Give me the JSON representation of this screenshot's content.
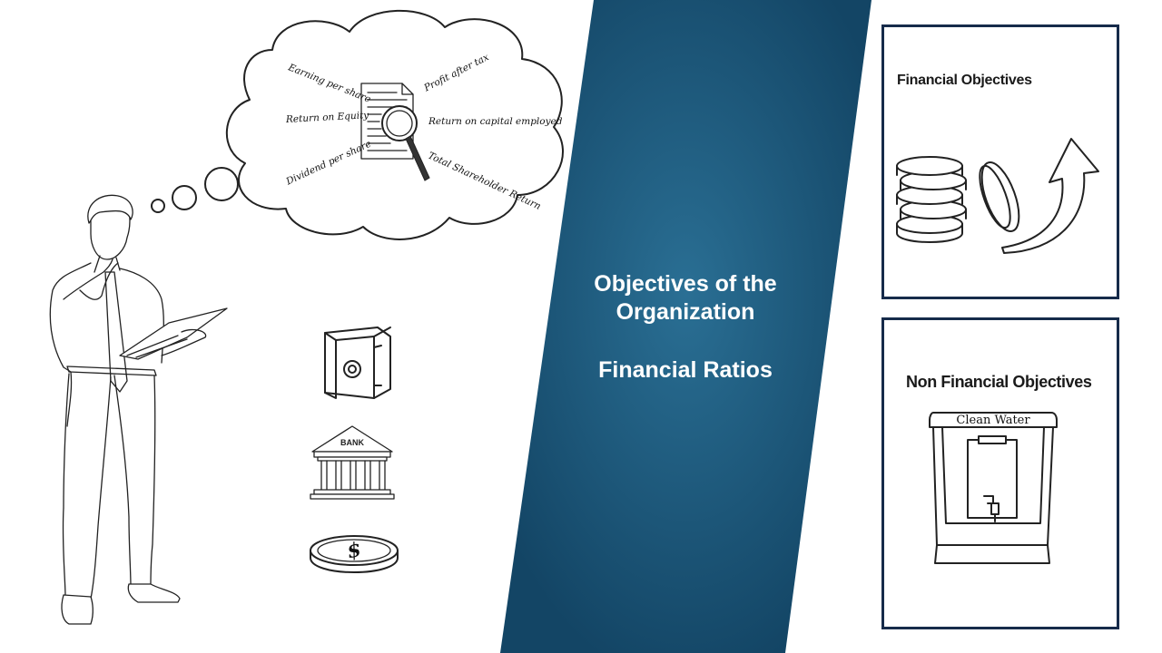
{
  "banner": {
    "title": "Objectives of the Organization",
    "subtitle": "Financial Ratios",
    "color_top": "#17486b",
    "color_mid": "#2a6f94",
    "color_bottom": "#0f3f5c"
  },
  "thought_bubble": {
    "ratios": [
      "Earning per share",
      "Profit after tax",
      "Return on Equity",
      "Return on capital employed",
      "Dividend per share",
      "Total Shareholder Return"
    ]
  },
  "financial_card": {
    "title": "Financial Objectives",
    "icon": "coins-arrow-icon"
  },
  "nonfinancial_card": {
    "title": "Non Financial Objectives",
    "dispenser_label": "Clean Water",
    "icon": "water-dispenser-icon"
  },
  "icons": {
    "safe": "safe-icon",
    "bank_label": "BANK",
    "coin": "dollar-coin-icon"
  },
  "card_border_color": "#162b4a"
}
